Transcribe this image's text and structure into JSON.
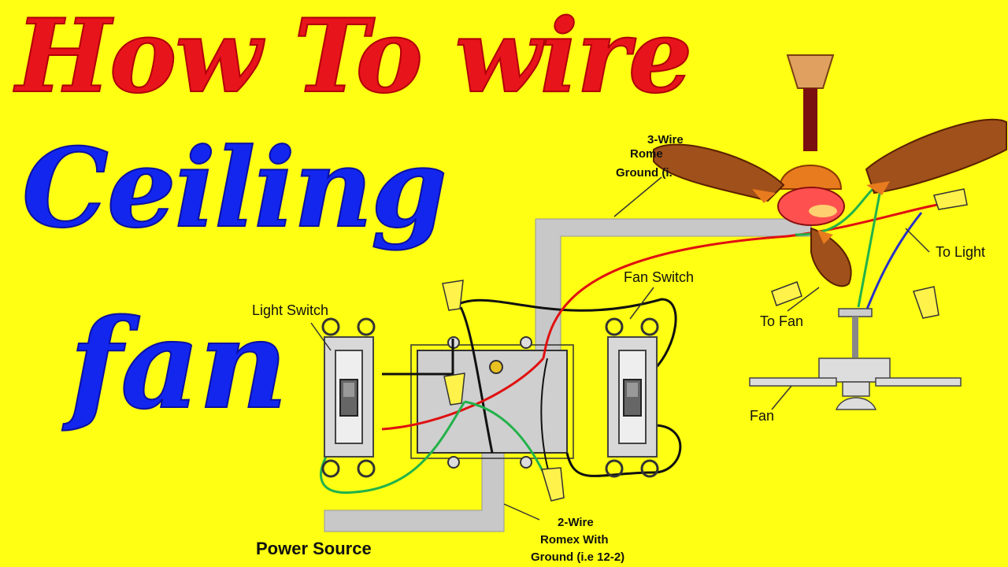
{
  "title": {
    "line1": "How To wire",
    "line2": "Ceiling",
    "line3": "fan"
  },
  "labels": {
    "light_switch": "Light Switch",
    "fan_switch": "Fan Switch",
    "to_light": "To Light",
    "to_fan": "To Fan",
    "fan": "Fan",
    "power_source": "Power Source",
    "three_wire_1": "3-Wire",
    "three_wire_2": "Rome",
    "three_wire_3": "Ground (i.",
    "two_wire_1": "2-Wire",
    "two_wire_2": "Romex With",
    "two_wire_3": "Ground (i.e 12-2)"
  },
  "colors": {
    "background": "#ffff14",
    "title_red": "#e8141c",
    "title_blue": "#1226ee",
    "wire_black": "#111111",
    "wire_red": "#e01010",
    "wire_green": "#22b24a",
    "wire_blue": "#2830c8",
    "cable_gray": "#c8c8c8",
    "fan_blade": "#a0501a",
    "fan_body": "#e87b1e"
  }
}
